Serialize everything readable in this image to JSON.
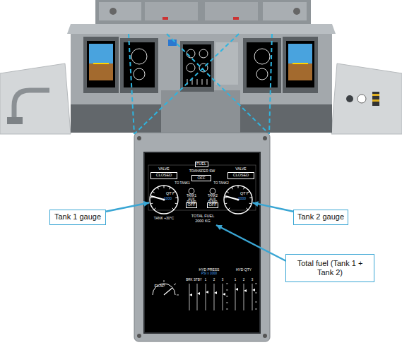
{
  "diagram": {
    "nodes": [
      {
        "text": [
          "FUEL"
        ]
      },
      {
        "text": [
          "CLOSED"
        ]
      },
      {
        "text": [
          "OFF"
        ]
      },
      {
        "text": [
          "CLOSED"
        ]
      },
      {
        "text": [
          "QTY",
          "1000"
        ]
      },
      {
        "text": [
          "OFF"
        ]
      },
      {
        "text": [
          "OFF"
        ]
      },
      {
        "text": [
          "QTY",
          "1000"
        ]
      },
      {
        "text": [
          "Tank 1 gauge"
        ]
      },
      {
        "text": [
          "Tank 2 gauge"
        ]
      },
      {
        "text": [
          "Total fuel (Tank 1 + Tank 2)"
        ]
      }
    ],
    "edges": [
      {
        "from": 8,
        "to": 4,
        "arrow": "to"
      },
      {
        "from": 9,
        "to": 7,
        "arrow": "to"
      }
    ],
    "labels": [
      "VALVE",
      "TRANSFER SW",
      "VALVE",
      "TO TANK1",
      "TO TANK2",
      "TANK1 AUX PUMP",
      "TANK2 AUX PUMP",
      "TANK +30°C",
      "TOTAL FUEL",
      "2000 KG",
      "FLAP",
      "HYD PRESS",
      "PSI x 1000",
      "BRK",
      "STBY",
      "1",
      "2",
      "3",
      "HYD QTY",
      "1",
      "2",
      "3"
    ]
  }
}
